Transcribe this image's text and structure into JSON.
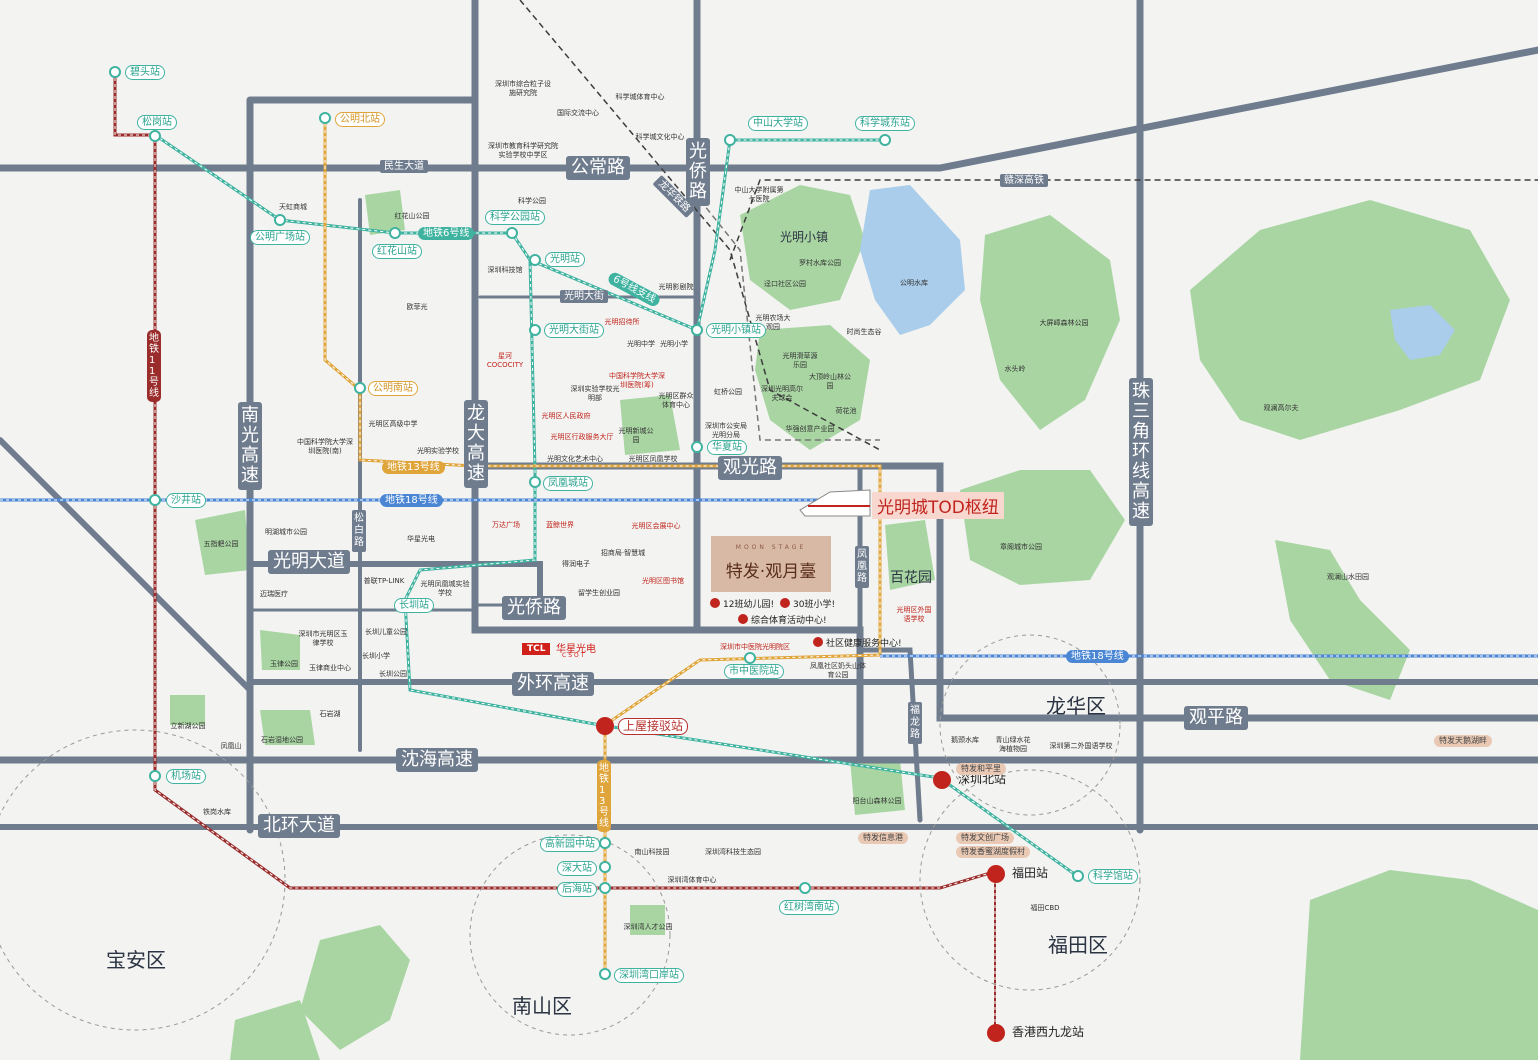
{
  "roads": {
    "mingsheng": "民生大道",
    "gongchang": "公常路",
    "guangqiao_v": "光侨路",
    "longhua_rail": "龙华铁路",
    "ganshen": "赣深高铁",
    "nanguang": "南光高速",
    "longda": "龙大高速",
    "guanguang": "观光路",
    "zhusanjiao": "珠三角环线高速",
    "songbai": "松白路",
    "guangming_avenue": "光明大道",
    "guangming_street": "光明大街",
    "guangqiao_h": "光侨路",
    "fenghuang": "凤凰路",
    "waihuan": "外环高速",
    "shenhai": "沈海高速",
    "fulong": "福龙路",
    "beihuan": "北环大道",
    "guanping": "观平路"
  },
  "lines": {
    "line6": "地铁6号线",
    "line6b": "6号线支线",
    "line13": "地铁13号线",
    "line13v": "地铁13号线",
    "line18a": "地铁18号线",
    "line18b": "地铁18号线",
    "line11": "地铁11号线"
  },
  "stations": {
    "bitou": "碧头站",
    "songgang": "松岗站",
    "gongming_plaza": "公明广场站",
    "honghuashan": "红花山站",
    "gongming_north": "公明北站",
    "gongming_south": "公明南站",
    "kexue_park": "科学公园站",
    "guangming": "光明站",
    "guangming_street": "光明大街站",
    "guangming_town": "光明小镇站",
    "zhongshan_univ": "中山大学站",
    "science_east": "科学城东站",
    "huaxia": "华夏站",
    "fenghuangcheng": "凤凰城站",
    "shajing": "沙井站",
    "changzhen": "长圳站",
    "shizhongyiyuan": "市中医院站",
    "shangwu": "上屋接驳站",
    "jichang": "机场站",
    "gaoxinyuan": "高新园中站",
    "shenda": "深大站",
    "houhai": "后海站",
    "shenzhenwankou": "深圳湾口岸站",
    "hongshuwan": "红树湾南站",
    "shenzhen_north": "深圳北站",
    "futian": "福田站",
    "kexueguan": "科学馆站",
    "hk_west": "香港西九龙站"
  },
  "hub": "光明城TOD枢纽",
  "districts": {
    "baoan": "宝安区",
    "nanshan": "南山区",
    "futian": "福田区",
    "longhua": "龙华区",
    "baihuayuan": "百花园"
  },
  "project": {
    "en": "MOON STAGE",
    "name": "特发·观月臺",
    "feature1": "12班幼儿园!",
    "feature2": "30班小学!",
    "feature3": "综合体育活动中心!",
    "feature4": "社区健康服务中心!"
  },
  "tcl": {
    "logo": "TCL",
    "brand": "华星光电",
    "en": "CSOT"
  },
  "tags": {
    "t1": "特发和平里",
    "t2": "特发文创广场",
    "t3": "特发香蜜湖度假村",
    "t4": "特发信息港",
    "t5": "特发天鹅湖畔"
  },
  "parks": {
    "guangming_town": "光明小镇"
  },
  "poi_labels": {
    "p01": "深圳市综合粒子设施研究院",
    "p02": "国际交流中心",
    "p03": "科学城体育中心",
    "p04": "科学城文化中心",
    "p05": "深圳市教育科学研究院实验学校中学区",
    "p06": "天虹商城",
    "p07": "红花山公园",
    "p08": "科学公园",
    "p09": "深圳科技馆",
    "p10": "光明影剧院",
    "p11": "光明招待所",
    "p12": "欧菲光",
    "p13": "星河COCOCITY",
    "p14": "光明中学",
    "p15": "光明小学",
    "p16": "中国科学院大学深圳医院(筹)",
    "p17": "深圳实验学校光明部",
    "p18": "光明区群众体育中心",
    "p19": "光明区人民政府",
    "p20": "光明区行政服务大厅",
    "p21": "光明新城公园",
    "p22": "光明文化艺术中心",
    "p23": "光明区凤凰学校",
    "p24": "光明区高级中学",
    "p25": "光明实验学校",
    "p26": "中国科学院大学深圳医院(南)",
    "p27": "明湖城市公园",
    "p28": "五指耙公园",
    "p29": "华星光电",
    "p30": "万达广场",
    "p31": "蓝鲸世界",
    "p32": "光明区会展中心",
    "p33": "招商局·智慧城",
    "p34": "得润电子",
    "p35": "光明区图书馆",
    "p36": "留学生创业园",
    "p37": "普联TP-LINK",
    "p38": "光明凤凰城实验学校",
    "p39": "迈瑞医疗",
    "p40": "深圳市光明区玉律学校",
    "p41": "长圳儿童公园",
    "p42": "长圳小学",
    "p43": "长圳公园",
    "p44": "玉律公园",
    "p45": "玉律商业中心",
    "p46": "深圳市中医院光明院区",
    "p47": "凤凰社区奶头山体育公园",
    "p48": "中山大学附属第七医院",
    "p49": "罗村水库公园",
    "p50": "迳口社区公园",
    "p51": "光明农场大观园",
    "p52": "光明滑草源乐园",
    "p53": "大顶岭山林公园",
    "p54": "深圳光明高尔夫球会",
    "p55": "荷花池",
    "p56": "时尚生态谷",
    "p57": "虹桥公园",
    "p58": "深圳市公安局光明分局",
    "p59": "华强创意产业园",
    "p60": "公明水库",
    "p61": "大屏嶂森林公园",
    "p62": "水头岭",
    "p63": "观澜高尔夫",
    "p64": "章阁城市公园",
    "p65": "观澜山水田园",
    "p66": "光明区外国语学校",
    "p67": "立新湖公园",
    "p68": "凤凰山",
    "p69": "石岩湖",
    "p70": "石岩湿地公园",
    "p71": "铁岗水库",
    "p72": "鹅颈水库",
    "p73": "青山绿水花海植物园",
    "p74": "深圳第二外国语学校",
    "p75": "阳台山森林公园",
    "p76": "南山科技园",
    "p77": "深圳湾科技生态园",
    "p78": "深圳湾体育中心",
    "p79": "深圳湾人才公园",
    "p80": "福田CBD"
  },
  "colors": {
    "road": "#6f7c8e",
    "green": "#a9d5a3",
    "water": "#a9cdea",
    "line6": "#3fb3a0",
    "line13": "#e0a53a",
    "line18": "#4a86d4",
    "line11": "#9a2d2c",
    "accent": "#c0241c"
  }
}
